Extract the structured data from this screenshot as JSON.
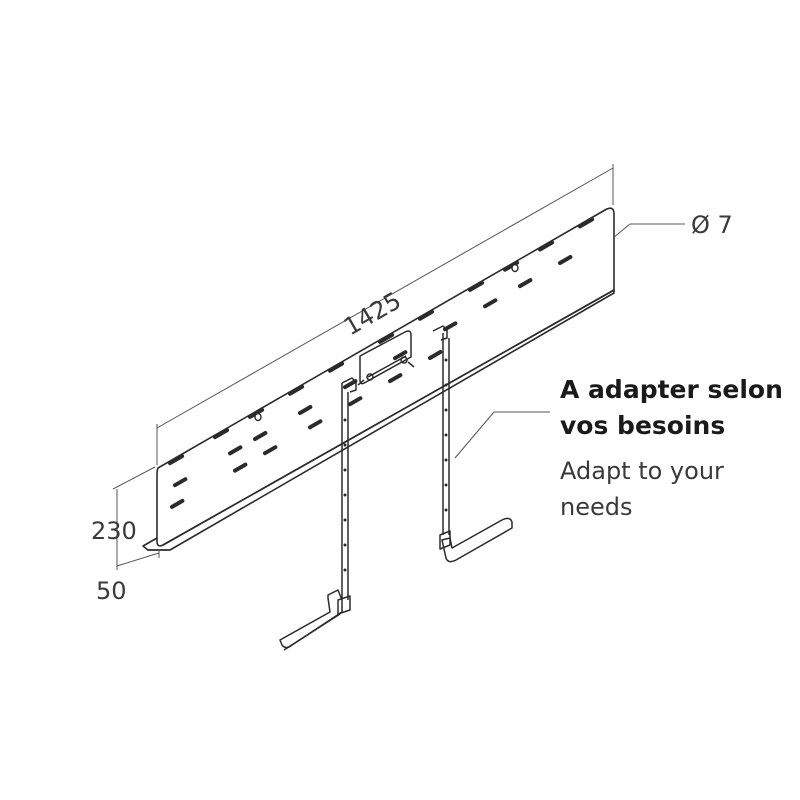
{
  "dimensions": {
    "length": "1425",
    "height": "230",
    "depth": "50",
    "hole_diameter": "Ø 7"
  },
  "note": {
    "title_line1": "A adapter selon",
    "title_line2": "vos besoins",
    "subtitle_line1": "Adapt to your",
    "subtitle_line2": "needs"
  },
  "colors": {
    "line": "#2b2b2b",
    "dimension_line": "#555555",
    "text": "#3a3a3a",
    "note_title": "#1a1a1a"
  }
}
